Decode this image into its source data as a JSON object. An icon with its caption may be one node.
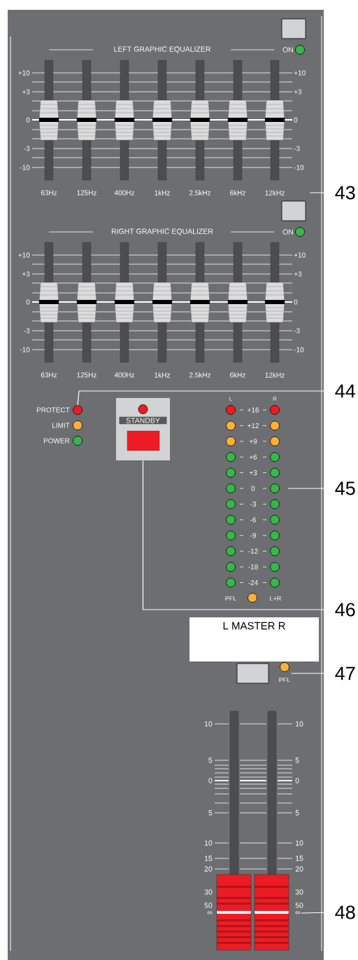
{
  "diagram": {
    "nodes": [
      {
        "text": [
          "43"
        ]
      },
      {
        "text": [
          "44"
        ]
      },
      {
        "text": [
          "45"
        ]
      },
      {
        "text": [
          "46"
        ]
      },
      {
        "text": [
          "47"
        ]
      },
      {
        "text": [
          "48"
        ]
      },
      {
        "text": [
          "STANDBY"
        ]
      },
      {
        "text": [
          "L  MASTER  R"
        ]
      },
      {
        "text": [
          "PROTECT"
        ]
      },
      {
        "text": [
          "PFL"
        ]
      },
      {
        "text": [
          "∞"
        ]
      }
    ],
    "edges": [
      {
        "from": 0,
        "to": null,
        "arrow": "none"
      },
      {
        "from": 1,
        "to": 8,
        "arrow": "none"
      },
      {
        "from": 2,
        "to": null,
        "arrow": "none"
      },
      {
        "from": 3,
        "to": 6,
        "arrow": "none"
      },
      {
        "from": 4,
        "to": 9,
        "arrow": "none"
      },
      {
        "from": 5,
        "to": 10,
        "arrow": "none"
      }
    ],
    "labels": [
      "LEFT GRAPHIC EQUALIZER",
      "ON",
      "+10",
      "+10",
      "+3",
      "+3",
      "0",
      "0",
      "-3",
      "-3",
      "-10",
      "-10",
      "63Hz",
      "125Hz",
      "400Hz",
      "1kHz",
      "2.5kHz",
      "6kHz",
      "12kHz",
      "RIGHT GRAPHIC EQUALIZER",
      "ON",
      "+10",
      "+10",
      "+3",
      "+3",
      "0",
      "0",
      "-3",
      "-3",
      "-10",
      "-10",
      "63Hz",
      "125Hz",
      "400Hz",
      "1kHz",
      "2.5kHz",
      "6kHz",
      "12kHz",
      "LIMIT",
      "POWER",
      "L",
      "R",
      "+16",
      "+12",
      "+9",
      "+6",
      "+3",
      "0",
      "-3",
      "-6",
      "-9",
      "-12",
      "-18",
      "-24",
      "PFL",
      "L+R",
      "10",
      "10",
      "5",
      "5",
      "0",
      "0",
      "5",
      "5",
      "10",
      "10",
      "15",
      "15",
      "20",
      "20",
      "30",
      "30",
      "50",
      "50",
      "∞"
    ]
  }
}
